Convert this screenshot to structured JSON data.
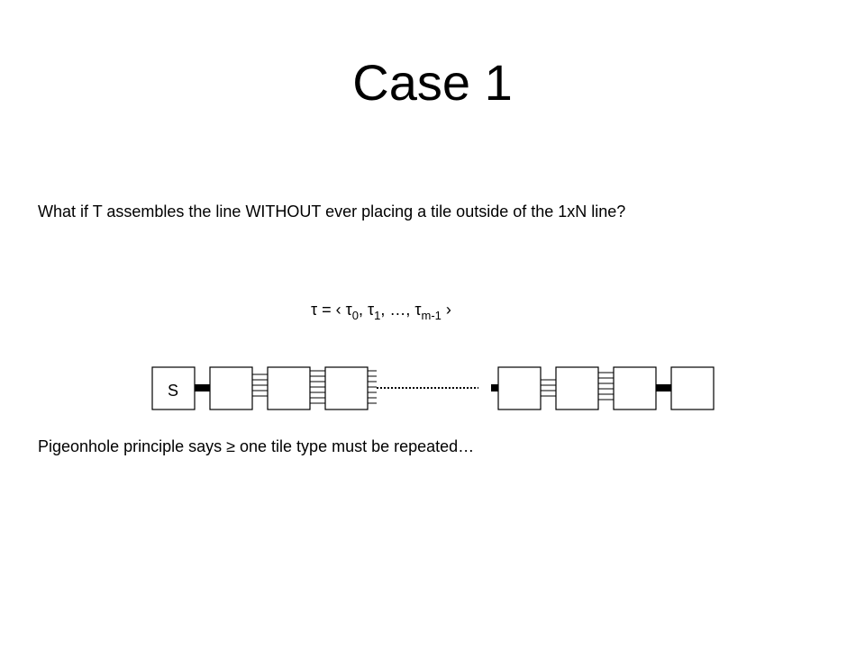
{
  "slide": {
    "title": "Case 1",
    "question": "What if T assembles the line WITHOUT ever placing a tile outside of the 1xN line?",
    "sequence": {
      "lhs": "τ = ‹ ",
      "t0": "τ",
      "t0_sub": "0",
      "sep1": ", ",
      "t1": "τ",
      "t1_sub": "1",
      "sep2": ", …, ",
      "tm": "τ",
      "tm_sub": "m-1",
      "close": " ›"
    },
    "seed_label": "S",
    "note": "Pigeonhole principle says ≥ one tile type must be repeated…"
  }
}
